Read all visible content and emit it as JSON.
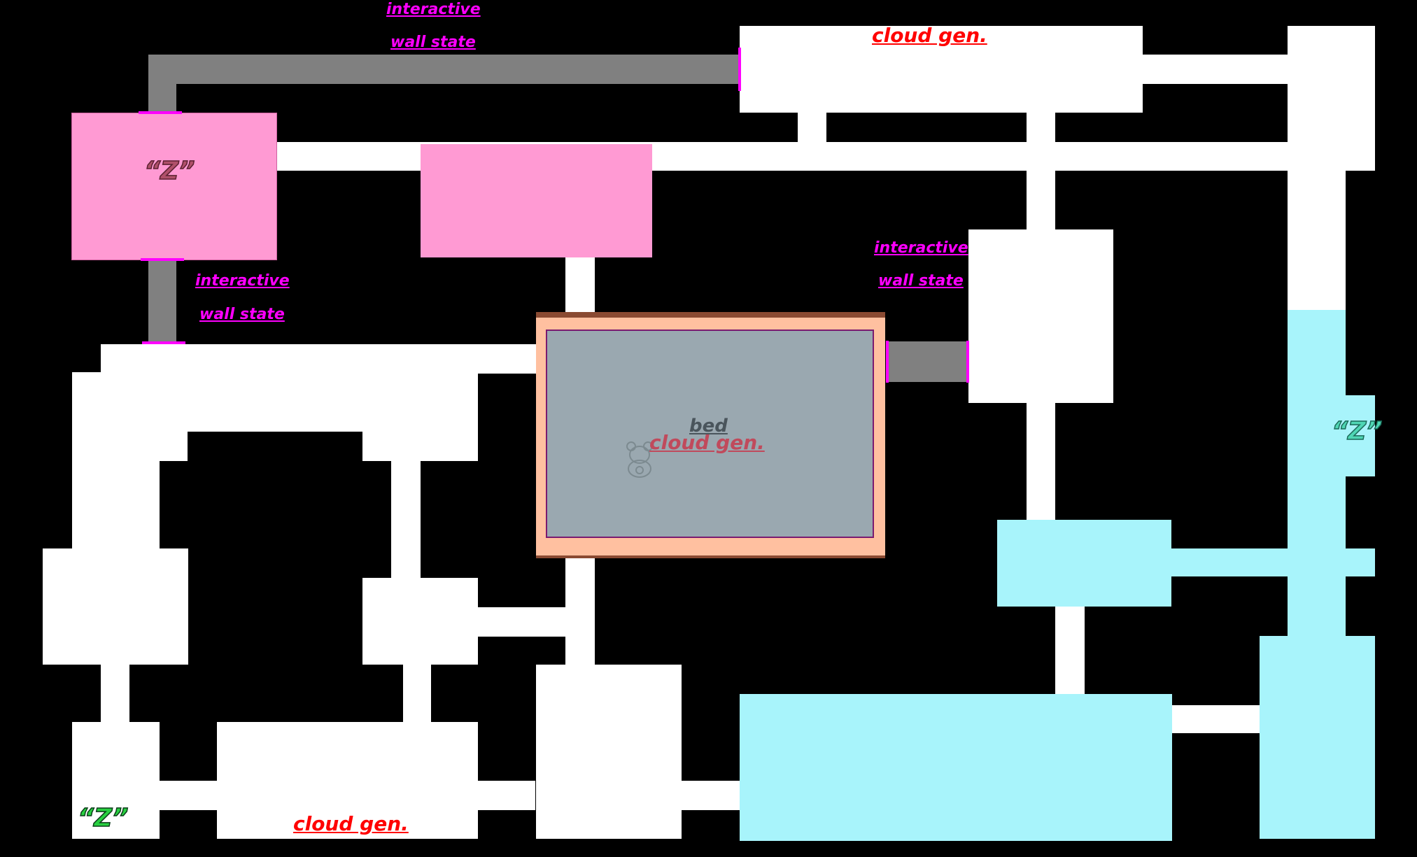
{
  "map": {
    "labels": {
      "interactive_top": "interactive",
      "wall_state_top": "wall state",
      "interactive_left": "interactive",
      "wall_state_left": "wall state",
      "interactive_mid": "interactive",
      "wall_state_mid": "wall state",
      "cloud_gen_top": "cloud gen.",
      "cloud_gen_center": "cloud gen.",
      "cloud_gen_bottom": "cloud gen.",
      "bed": "bed"
    },
    "z_markers": {
      "pink_room": "“Z”",
      "cyan_corridor": "“Z”",
      "bottom_left": "“Z”"
    },
    "colors": {
      "background": "#000000",
      "floor": "#ffffff",
      "pink_room": "#ff9ad3",
      "cyan_zone": "#a8f4fb",
      "wall_state_corridor": "#808080",
      "wall_state_marker": "#ff00ff",
      "bed_room_border": "#ffc0a0",
      "bed": "#9aa8b0",
      "cloud_gen_label": "#ff0000",
      "interactive_label": "#ff00ff"
    }
  }
}
